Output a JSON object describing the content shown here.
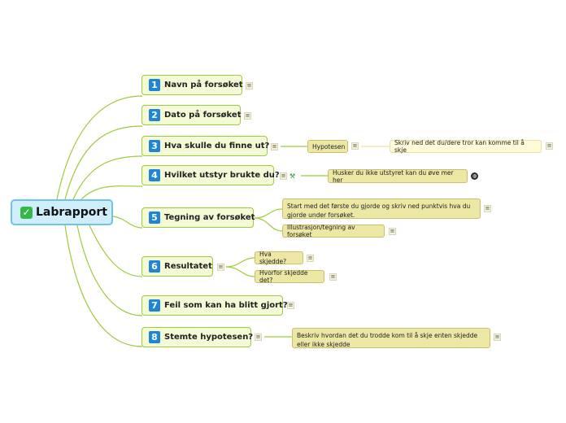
{
  "root": {
    "label": "Labrapport",
    "check_icon": "check-icon"
  },
  "topics": [
    {
      "number": "1",
      "label": "Navn på forsøket"
    },
    {
      "number": "2",
      "label": "Dato på forsøket"
    },
    {
      "number": "3",
      "label": "Hva skulle du finne ut?"
    },
    {
      "number": "4",
      "label": "Hvilket utstyr brukte du?"
    },
    {
      "number": "5",
      "label": "Tegning av forsøket"
    },
    {
      "number": "6",
      "label": "Resultatet"
    },
    {
      "number": "7",
      "label": "Feil som kan ha blitt gjort?"
    },
    {
      "number": "8",
      "label": "Stemte hypotesen?"
    }
  ],
  "subtopics": {
    "hypotesen": "Hypotesen",
    "hypotesen_detail": "Skriv ned det du/dere tror kan komme til å skje",
    "utstyr_detail": "Husker du ikke utstyret kan du øve mer her",
    "tegning_steps": "Start med det første du gjorde og skriv ned punktvis hva du gjorde under forsøket.",
    "tegning_illustrasjon": "Illustrasjon/tegning av forsøket",
    "hva_skjedde": "Hva skjedde?",
    "hvorfor_skjedde": "Hvorfor skjedde det?",
    "hypotese_beskriv": "Beskriv hvordan det du trodde kom til å skje enten skjedde eller ikke skjedde"
  },
  "colors": {
    "branch": "#9ccb3c",
    "root_fill": "#cfeefa",
    "root_border": "#6cc4e6",
    "topic_fill": "#f4f9d6",
    "number_badge": "#1f86d6",
    "subtopic_fill": "#ece7a4"
  },
  "icons": {
    "note": "note-icon",
    "globe": "globe-icon",
    "tools": "tools-icon"
  }
}
